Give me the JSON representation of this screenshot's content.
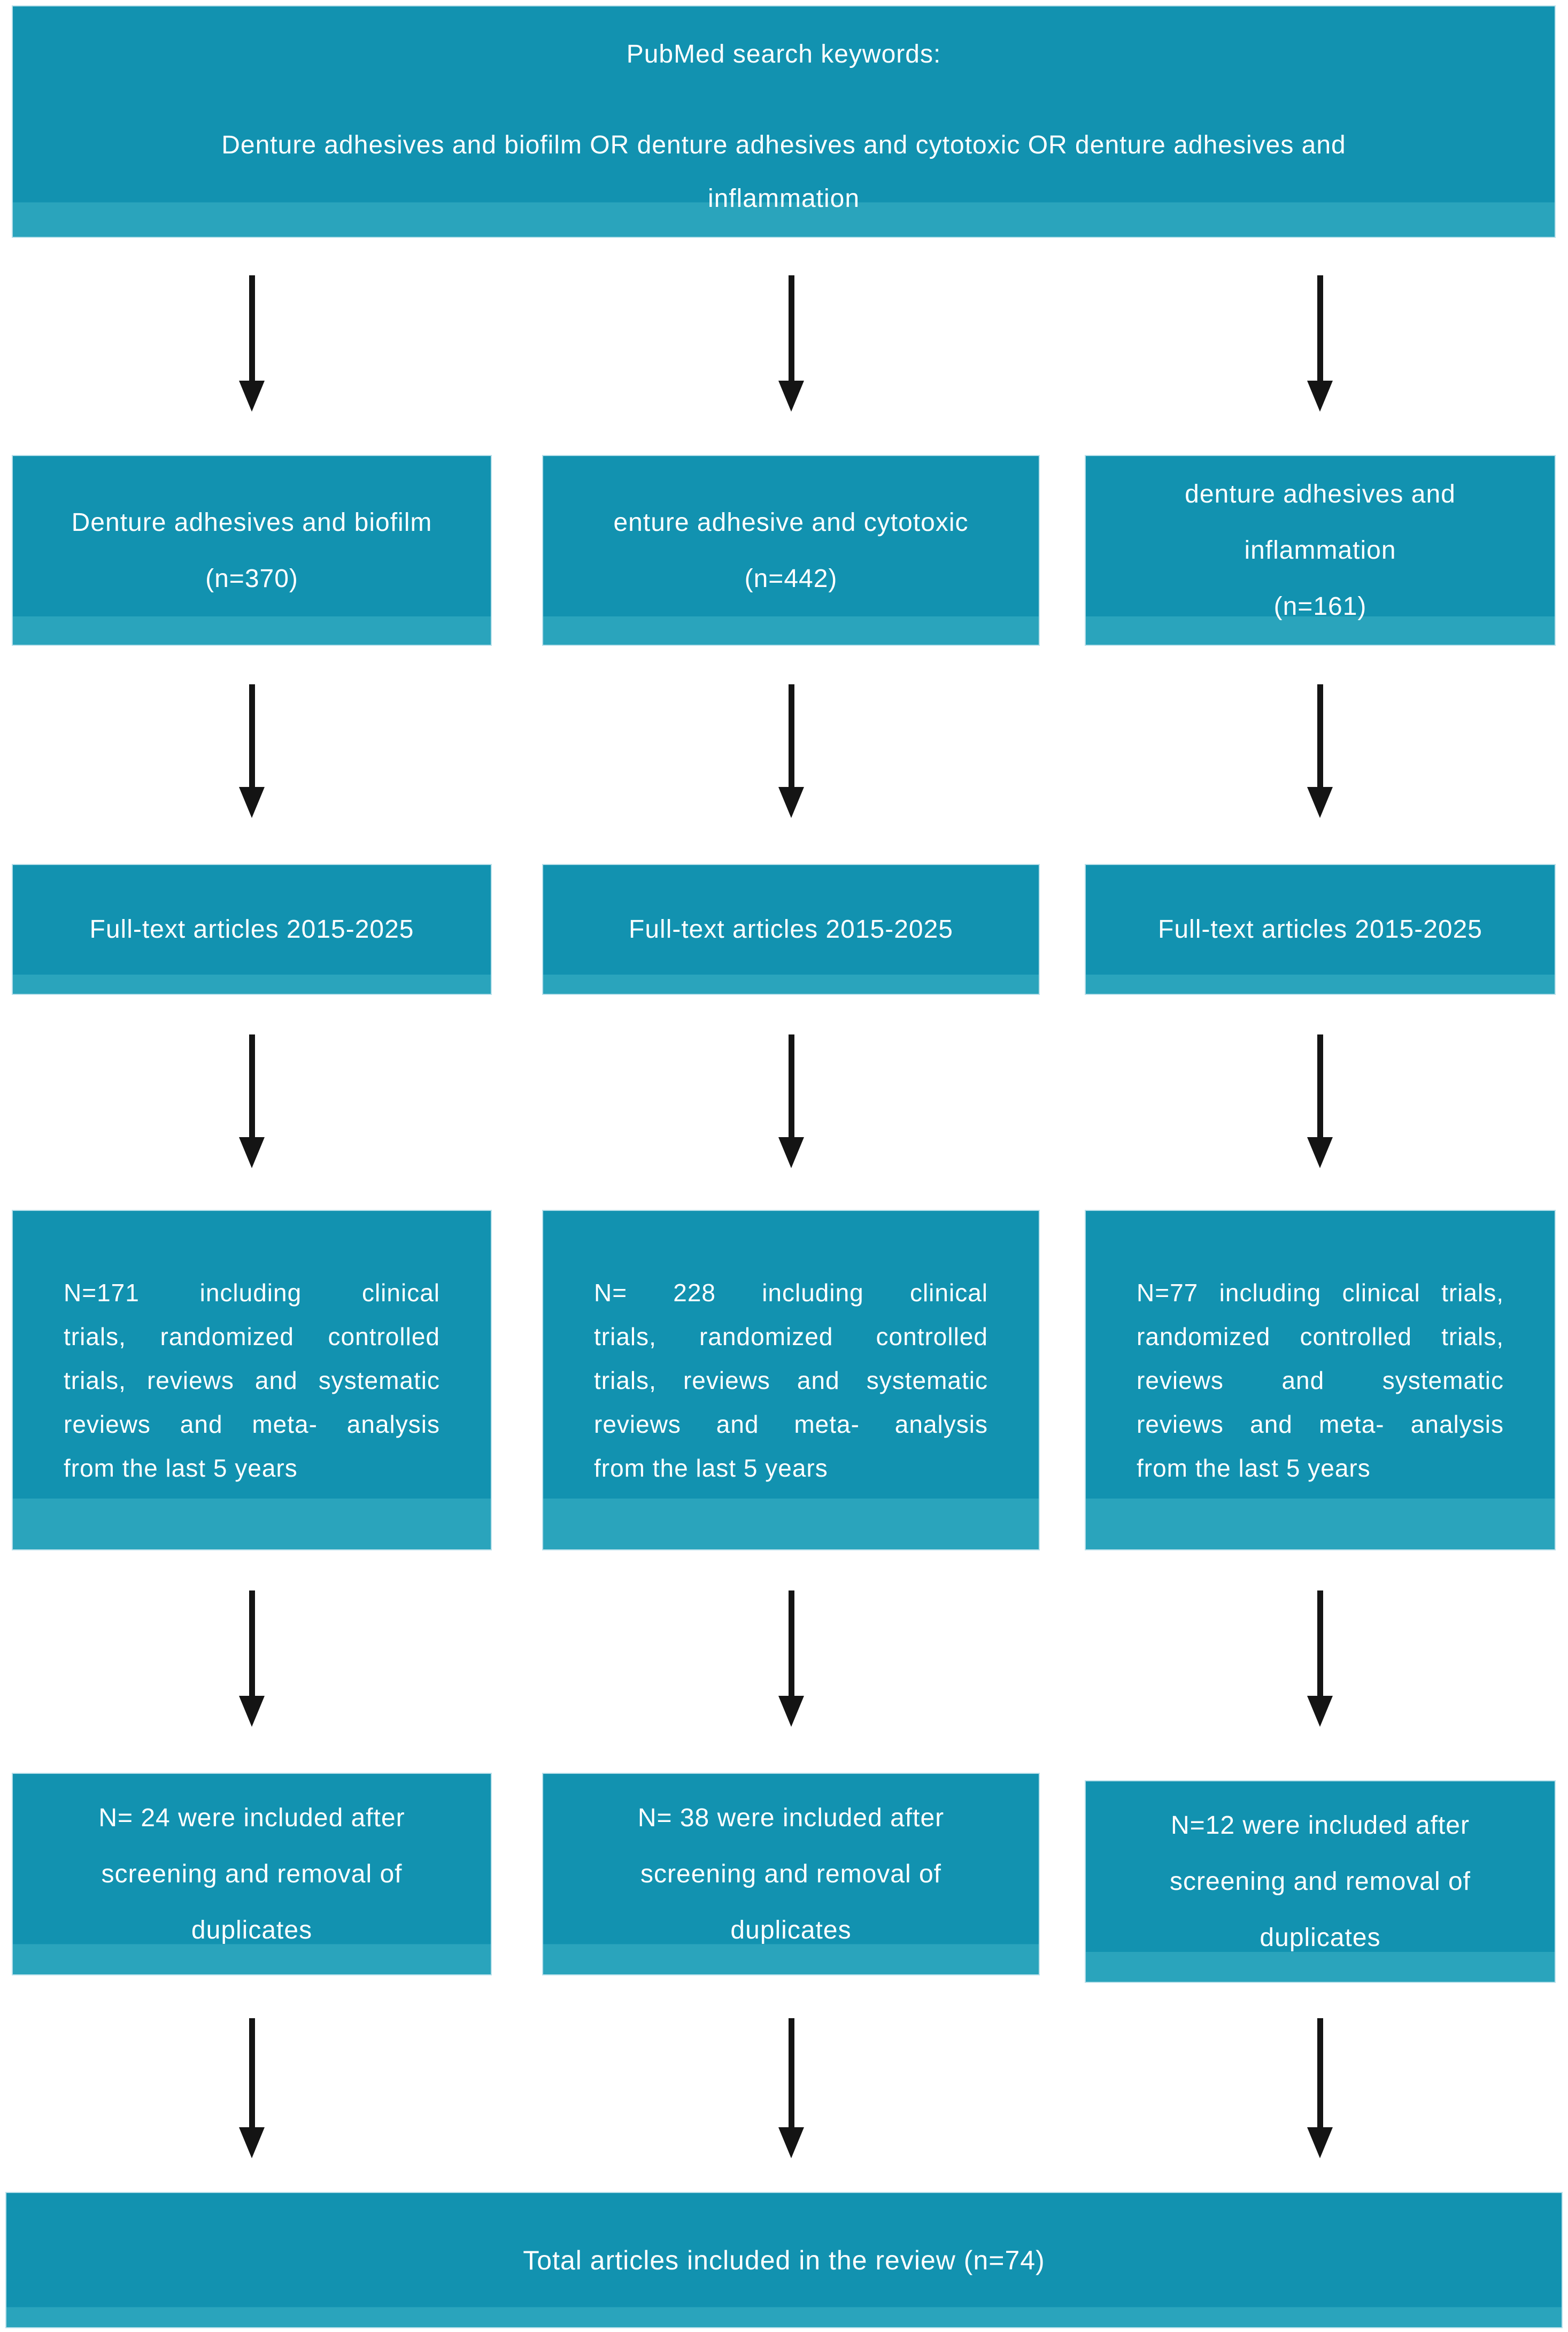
{
  "palette": {
    "page_bg": "#ffffff",
    "box_fill": "#1292b0",
    "box_fill_bottom": "#2aa4bc",
    "box_border": "#b9e0ea",
    "arrow_color": "#141414",
    "text_color": "#ffffff"
  },
  "top_box": {
    "heading": "PubMed search keywords:",
    "query_lines": [
      "Denture adhesives and biofilm OR denture adhesives and cytotoxic OR denture adhesives and",
      "inflammation"
    ]
  },
  "columns": [
    {
      "id": "biofilm",
      "search": {
        "lines": [
          "Denture adhesives and biofilm",
          "(n=370)"
        ],
        "count": 370
      },
      "fulltext": "Full-text articles 2015-2025",
      "screened": {
        "lines": [
          "N=171 including clinical",
          "trials, randomized controlled",
          "trials, reviews and systematic",
          "reviews and meta- analysis",
          "from the last 5 years"
        ],
        "count": 171
      },
      "included": {
        "lines": [
          "N= 24 were included after",
          "screening and removal of",
          "duplicates"
        ],
        "count": 24
      }
    },
    {
      "id": "cytotoxic",
      "search": {
        "lines": [
          "enture adhesive and cytotoxic",
          "(n=442)"
        ],
        "count": 442
      },
      "fulltext": "Full-text articles 2015-2025",
      "screened": {
        "lines": [
          "N= 228 including clinical",
          "trials, randomized controlled",
          "trials, reviews and systematic",
          "reviews and meta- analysis",
          "from the last 5 years"
        ],
        "count": 228
      },
      "included": {
        "lines": [
          "N= 38 were included after",
          "screening and removal of",
          "duplicates"
        ],
        "count": 38
      }
    },
    {
      "id": "inflammation",
      "search": {
        "lines": [
          "denture adhesives and",
          "inflammation",
          "(n=161)"
        ],
        "count": 161
      },
      "fulltext": "Full-text articles 2015-2025",
      "screened": {
        "lines": [
          "N=77 including clinical trials,",
          "randomized controlled trials,",
          "reviews and systematic",
          "reviews and meta- analysis",
          "from the last 5 years"
        ],
        "count": 77
      },
      "included": {
        "lines": [
          "N=12 were included after",
          "screening and removal of",
          "duplicates"
        ],
        "count": 12
      }
    }
  ],
  "total_box": {
    "label": "Total articles included in the review (n=74)",
    "count": 74
  }
}
